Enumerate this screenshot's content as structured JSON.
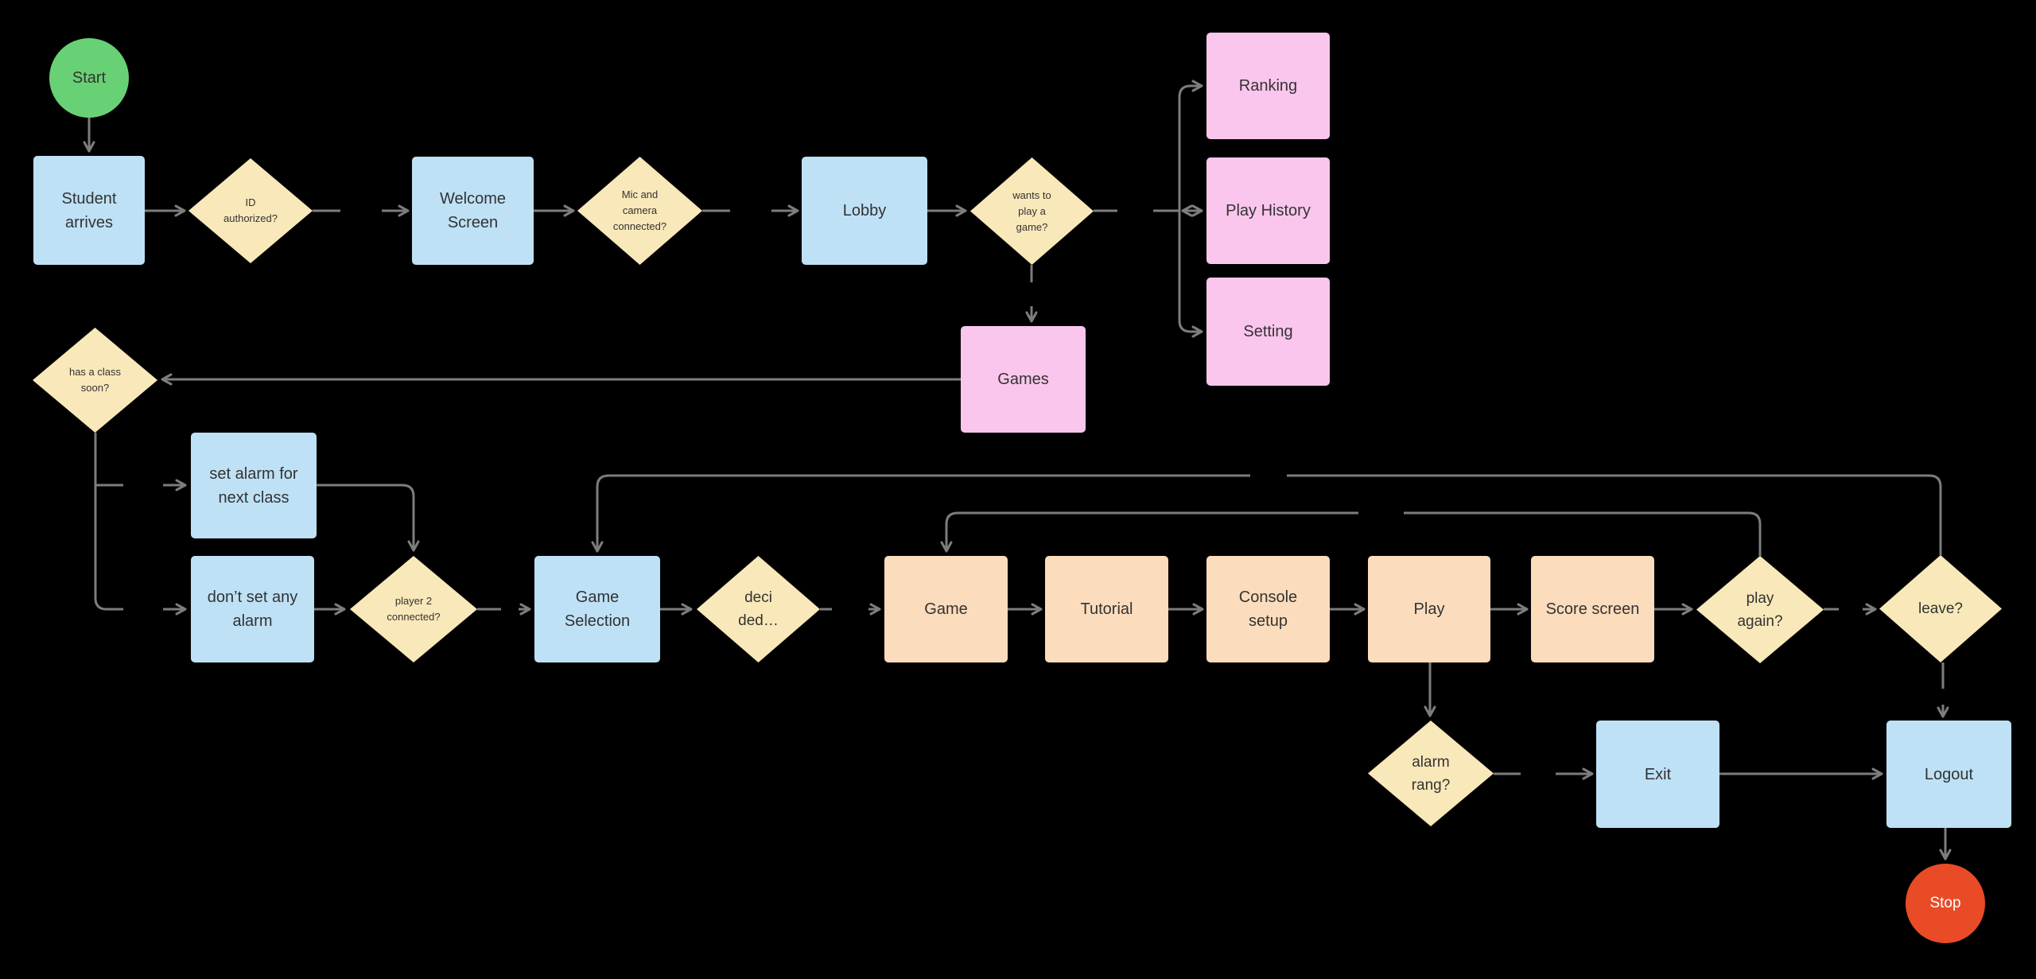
{
  "flowchart": {
    "nodes": [
      {
        "id": "start",
        "type": "terminal",
        "label": "Start"
      },
      {
        "id": "student-arrives",
        "type": "process",
        "label": "Student arrives"
      },
      {
        "id": "id-authorized",
        "type": "decision",
        "label": "ID authorized?"
      },
      {
        "id": "welcome-screen",
        "type": "process",
        "label": "Welcome Screen"
      },
      {
        "id": "mic-camera-connected",
        "type": "decision",
        "label": "Mic and camera connected?"
      },
      {
        "id": "lobby",
        "type": "process",
        "label": "Lobby"
      },
      {
        "id": "wants-to-play-game",
        "type": "decision",
        "label": "wants to play a game?"
      },
      {
        "id": "ranking",
        "type": "process",
        "label": "Ranking"
      },
      {
        "id": "play-history",
        "type": "process",
        "label": "Play History"
      },
      {
        "id": "setting",
        "type": "process",
        "label": "Setting"
      },
      {
        "id": "games",
        "type": "process",
        "label": "Games"
      },
      {
        "id": "has-class-soon",
        "type": "decision",
        "label": "has a class soon?"
      },
      {
        "id": "set-alarm",
        "type": "process",
        "label": "set alarm for next class"
      },
      {
        "id": "dont-set-alarm",
        "type": "process",
        "label": "don’t set any alarm"
      },
      {
        "id": "player2-connected",
        "type": "decision",
        "label": "player 2 connected?"
      },
      {
        "id": "game-selection",
        "type": "process",
        "label": "Game Selection"
      },
      {
        "id": "decided",
        "type": "decision",
        "label": "deci ded…"
      },
      {
        "id": "game",
        "type": "process",
        "label": "Game"
      },
      {
        "id": "tutorial",
        "type": "process",
        "label": "Tutorial"
      },
      {
        "id": "console-setup",
        "type": "process",
        "label": "Console setup"
      },
      {
        "id": "play",
        "type": "process",
        "label": "Play"
      },
      {
        "id": "score-screen",
        "type": "process",
        "label": "Score screen"
      },
      {
        "id": "play-again",
        "type": "decision",
        "label": "play again?"
      },
      {
        "id": "leave",
        "type": "decision",
        "label": "leave?"
      },
      {
        "id": "alarm-rang",
        "type": "decision",
        "label": "alarm rang?"
      },
      {
        "id": "exit",
        "type": "process",
        "label": "Exit"
      },
      {
        "id": "logout",
        "type": "process",
        "label": "Logout"
      },
      {
        "id": "stop",
        "type": "terminal",
        "label": "Stop"
      }
    ],
    "edges": [
      {
        "from": "start",
        "to": "student-arrives"
      },
      {
        "from": "student-arrives",
        "to": "id-authorized"
      },
      {
        "from": "id-authorized",
        "to": "welcome-screen"
      },
      {
        "from": "welcome-screen",
        "to": "mic-camera-connected"
      },
      {
        "from": "mic-camera-connected",
        "to": "lobby"
      },
      {
        "from": "lobby",
        "to": "wants-to-play-game"
      },
      {
        "from": "wants-to-play-game",
        "to": "ranking"
      },
      {
        "from": "wants-to-play-game",
        "to": "play-history"
      },
      {
        "from": "wants-to-play-game",
        "to": "setting"
      },
      {
        "from": "wants-to-play-game",
        "to": "games"
      },
      {
        "from": "games",
        "to": "has-class-soon"
      },
      {
        "from": "has-class-soon",
        "to": "set-alarm"
      },
      {
        "from": "has-class-soon",
        "to": "dont-set-alarm"
      },
      {
        "from": "set-alarm",
        "to": "player2-connected"
      },
      {
        "from": "dont-set-alarm",
        "to": "player2-connected"
      },
      {
        "from": "player2-connected",
        "to": "game-selection"
      },
      {
        "from": "game-selection",
        "to": "decided"
      },
      {
        "from": "decided",
        "to": "game"
      },
      {
        "from": "game",
        "to": "tutorial"
      },
      {
        "from": "tutorial",
        "to": "console-setup"
      },
      {
        "from": "console-setup",
        "to": "play"
      },
      {
        "from": "play",
        "to": "score-screen"
      },
      {
        "from": "score-screen",
        "to": "play-again"
      },
      {
        "from": "play-again",
        "to": "leave"
      },
      {
        "from": "play-again",
        "to": "game"
      },
      {
        "from": "leave",
        "to": "game-selection"
      },
      {
        "from": "leave",
        "to": "logout"
      },
      {
        "from": "play",
        "to": "alarm-rang"
      },
      {
        "from": "alarm-rang",
        "to": "exit"
      },
      {
        "from": "exit",
        "to": "logout"
      },
      {
        "from": "logout",
        "to": "stop"
      }
    ]
  },
  "palette": {
    "background": "#000000",
    "process_blue": "#BEE1F6",
    "decision_yellow": "#F9E8B9",
    "nav_pink": "#FAC6ED",
    "stage_peach": "#FBDCBC",
    "start_green": "#68D175",
    "stop_red": "#E94B26",
    "connector_gray": "#7D7D7D",
    "text_dark": "#333333",
    "text_light": "#FFFFFF"
  }
}
